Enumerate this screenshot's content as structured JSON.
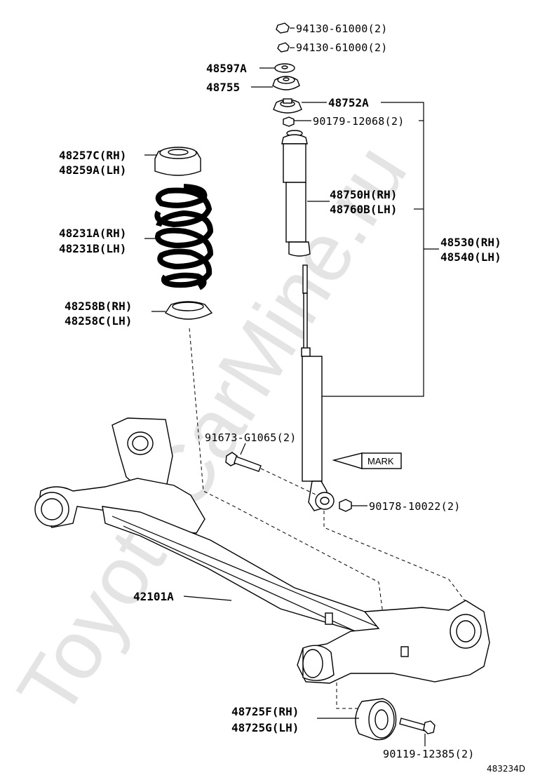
{
  "watermark": "ToyotaCarMine.ru",
  "diagram_id": "483234D",
  "mark_label": "MARK",
  "labels": {
    "nut1": "94130-61000(2)",
    "nut2": "94130-61000(2)",
    "p48597": "48597A",
    "p48755": "48755",
    "p48752": "48752A",
    "p90179": "90179-12068(2)",
    "p48257": "48257C(RH)",
    "p48259": "48259A(LH)",
    "p48750": "48750H(RH)",
    "p48760": "48760B(LH)",
    "p48231a": "48231A(RH)",
    "p48231b": "48231B(LH)",
    "p48530": "48530(RH)",
    "p48540": "48540(LH)",
    "p48258b": "48258B(RH)",
    "p48258c": "48258C(LH)",
    "p91673": "91673-G1065(2)",
    "p90178": "90178-10022(2)",
    "p42101": "42101A",
    "p48725f": "48725F(RH)",
    "p48725g": "48725G(LH)",
    "p90119": "90119-12385(2)"
  }
}
